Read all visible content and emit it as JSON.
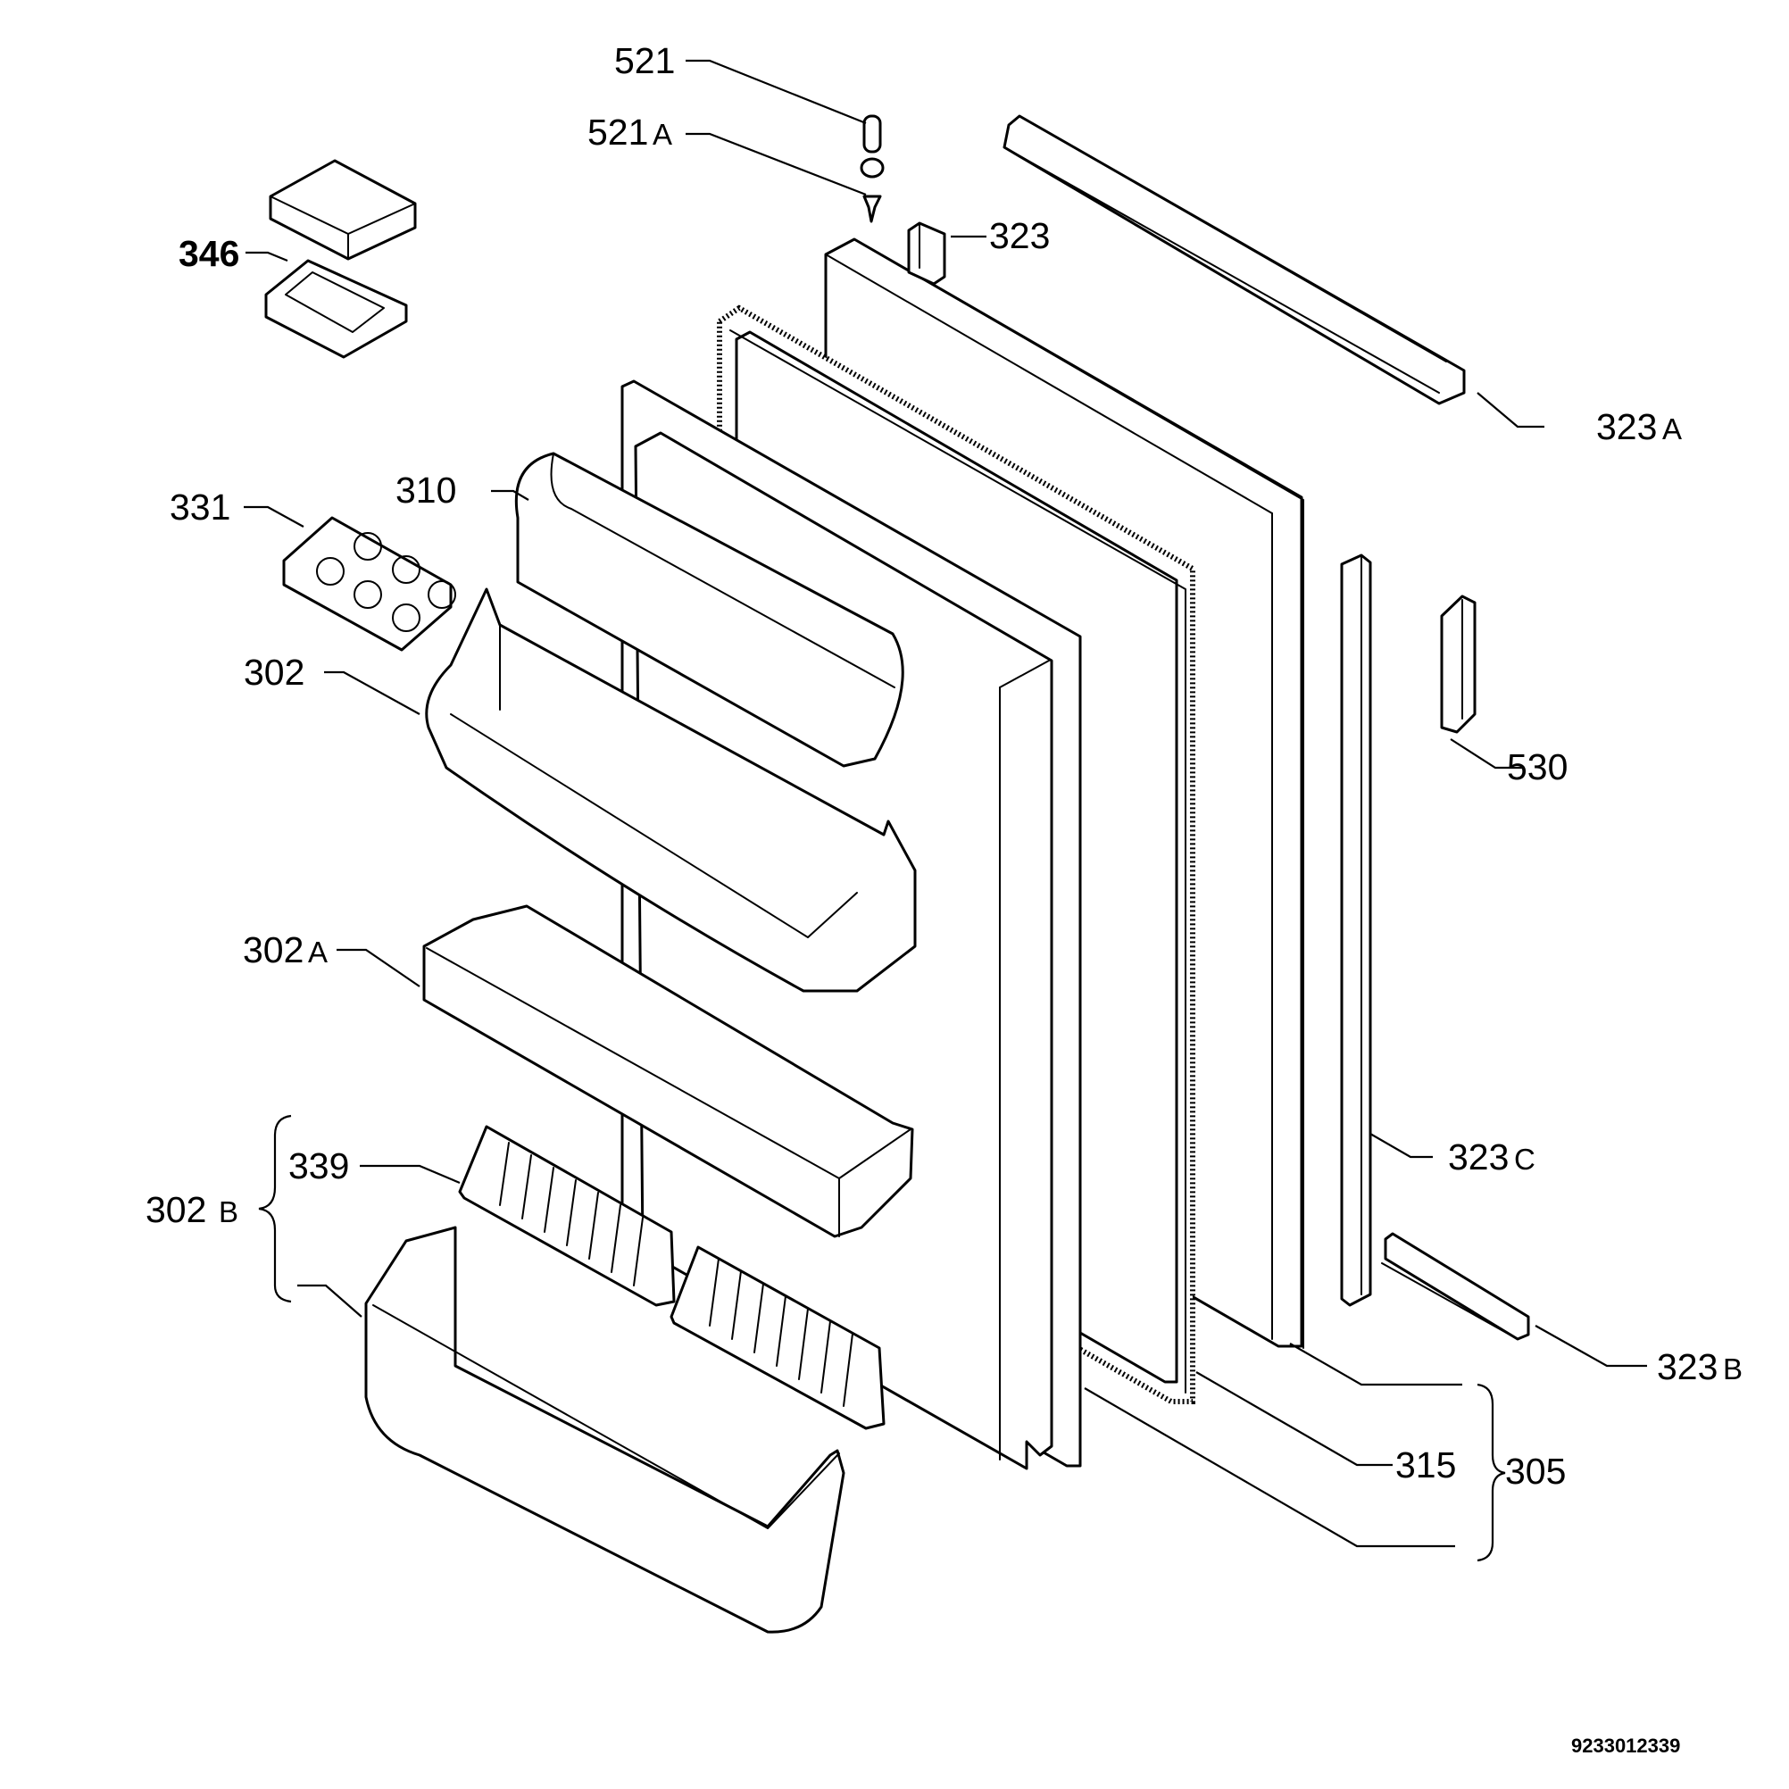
{
  "labels": {
    "l521": "521",
    "l521a_num": "521",
    "l521a_suffix": "A",
    "l323": "323",
    "l346": "346",
    "l323a_num": "323",
    "l323a_suffix": "A",
    "l310": "310",
    "l331": "331",
    "l302": "302",
    "l530": "530",
    "l302a_num": "302",
    "l302a_suffix": "A",
    "l323c_num": "323",
    "l323c_suffix": "C",
    "l339": "339",
    "l302b_num": "302",
    "l302b_suffix": "B",
    "l323b_num": "323",
    "l323b_suffix": "B",
    "l315": "315",
    "l305": "305"
  },
  "reference_number": "9233012339"
}
